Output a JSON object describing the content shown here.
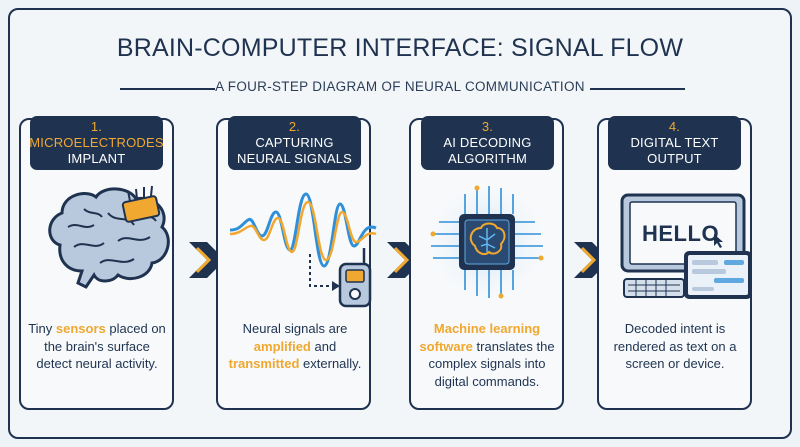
{
  "title": "BRAIN-COMPUTER INTERFACE: SIGNAL FLOW",
  "subtitle": "A FOUR-STEP DIAGRAM OF NEURAL COMMUNICATION",
  "steps": [
    {
      "number": "1.",
      "title_a": "MICROELECTRODES",
      "title_b": "IMPLANT",
      "icon": "brain-implant-icon",
      "desc": [
        "Tiny ",
        "sensors",
        " placed on",
        "the brain's surface",
        "detect neural activity."
      ]
    },
    {
      "number": "2.",
      "title_a": "CAPTURING",
      "title_b": "NEURAL SIGNALS",
      "icon": "waveform-transmitter-icon",
      "desc": [
        "Neural signals are",
        "amplified",
        " and",
        "transmitted",
        " externally."
      ]
    },
    {
      "number": "3.",
      "title_a": "AI DECODING",
      "title_b": "ALGORITHM",
      "icon": "ai-chip-icon",
      "desc": [
        "Machine learning",
        "software",
        " translates the",
        "complex signals into",
        "digital commands."
      ]
    },
    {
      "number": "4.",
      "title_a": "DIGITAL TEXT",
      "title_b": "OUTPUT",
      "icon": "computer-screen-icon",
      "desc": [
        "Decoded intent is",
        "rendered as text on a",
        "screen or device."
      ],
      "screen_text": "HELLO"
    }
  ],
  "colors": {
    "navy": "#1f3350",
    "accent": "#f0a830",
    "signal_blue": "#2f8fd8",
    "background": "#eef3f7"
  }
}
